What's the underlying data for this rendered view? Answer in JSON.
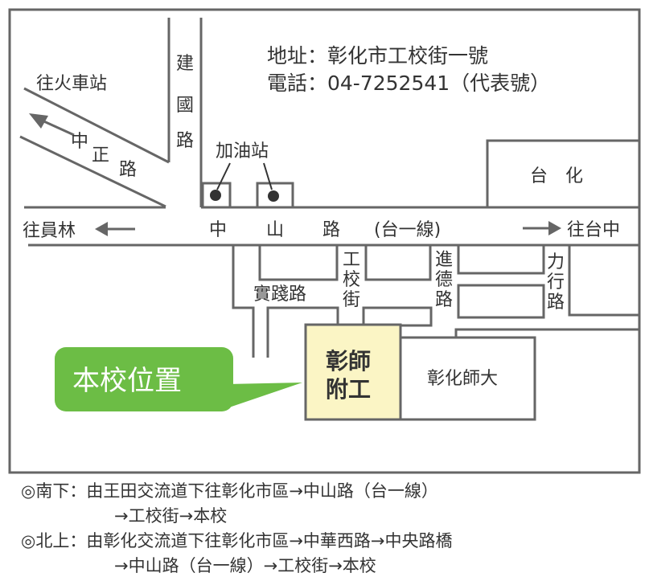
{
  "info": {
    "address": "地址：彰化市工校街一號",
    "phone": "電話：04-7252541（代表號）"
  },
  "callout": {
    "label": "本校位置"
  },
  "school": {
    "line1": "彰師",
    "line2": "附工"
  },
  "landmarks": {
    "taihua": "台　化",
    "gas_station": "加油站",
    "ncue": "彰化師大"
  },
  "directions_to": {
    "train_station": "往火車站",
    "yuanlin": "往員林",
    "taichung": "往台中"
  },
  "roads": {
    "zhongzheng": [
      "中",
      "正",
      "路"
    ],
    "jianguo": [
      "建",
      "國",
      "路"
    ],
    "zhongshan": [
      "中",
      "山",
      "路",
      "(台一線)"
    ],
    "gongxiao": [
      "工",
      "校",
      "街"
    ],
    "shijian": "實踐路",
    "jinde": [
      "進",
      "德",
      "路"
    ],
    "lixing": [
      "力",
      "行",
      "路"
    ]
  },
  "routes": [
    {
      "line1": "◎南下：由王田交流道下往彰化市區→中山路（台一線）",
      "line2": "→工校街→本校"
    },
    {
      "line1": "◎北上：由彰化交流道下往彰化市區→中華西路→中央路橋",
      "line2": "→中山路（台一線）→工校街→本校"
    }
  ],
  "colors": {
    "school_fill": "#fbf5c5",
    "callout_green": "#6cbd45",
    "road_line": "#666666"
  }
}
